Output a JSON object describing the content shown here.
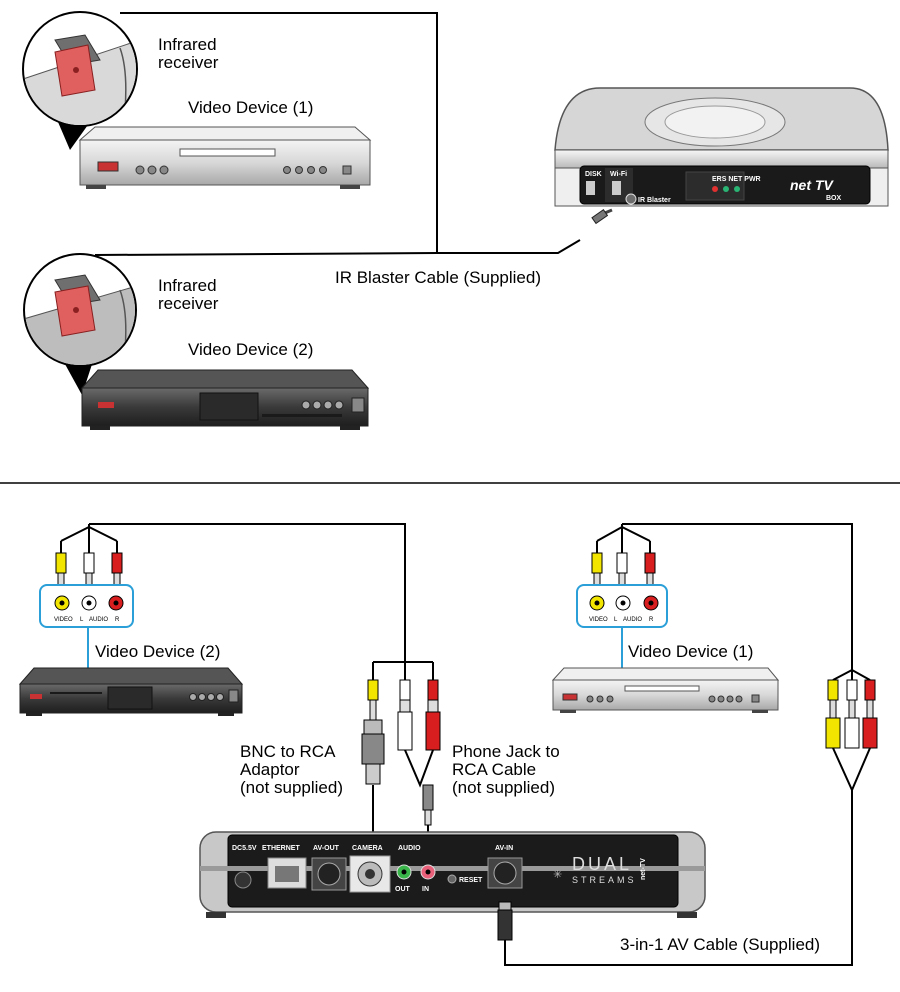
{
  "top": {
    "infrared_receiver_1": "Infrared\nreceiver",
    "video_device_1": "Video Device (1)",
    "infrared_receiver_2": "Infrared\nreceiver",
    "video_device_2": "Video Device (2)",
    "ir_blaster_cable": "IR Blaster Cable (Supplied)",
    "nettv_box": {
      "logo": "net TV",
      "logo_sub": "BOX",
      "port_disk": "DISK",
      "port_wifi": "Wi-Fi",
      "port_ir": "IR Blaster",
      "leds": "ERS NET PWR"
    }
  },
  "bottom": {
    "jack_labels": {
      "video": "VIDEO",
      "l": "L",
      "audio": "AUDIO",
      "r": "R"
    },
    "video_device_2": "Video Device (2)",
    "video_device_1": "Video Device (1)",
    "bnc_adaptor": "BNC to RCA\n Adaptor\n(not supplied)",
    "phone_jack_cable": "Phone Jack to\nRCA Cable\n(not supplied)",
    "av_cable": "3-in-1 AV Cable (Supplied)",
    "dual_box": {
      "dc": "DC5.5V",
      "ethernet": "ETHERNET",
      "av_out": "AV-OUT",
      "camera": "CAMERA",
      "audio": "AUDIO",
      "out": "OUT",
      "in": "IN",
      "reset": "RESET",
      "av_in": "AV-IN",
      "brand_1": "DUAL",
      "brand_2": "STREAMS",
      "brand_tag": "net-TV"
    }
  },
  "colors": {
    "jack_yellow": "#f2e600",
    "jack_red": "#d81e1e",
    "jack_panel_border": "#2a9fd8",
    "device_red": "#c83232"
  }
}
